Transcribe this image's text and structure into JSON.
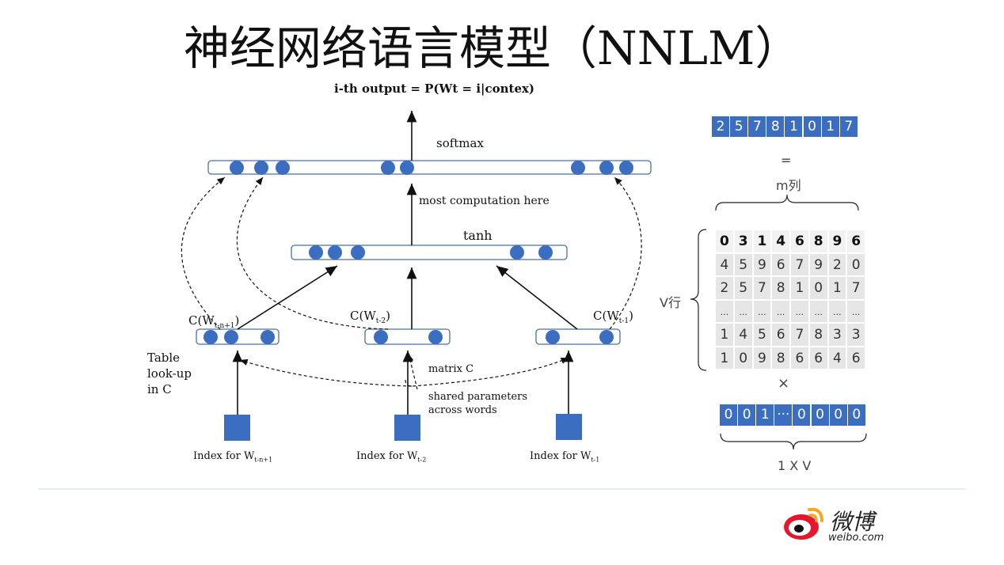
{
  "title": "神经网络语言模型（NNLM）",
  "diagram": {
    "output_label": "i-th output = P(Wt = i|contex)",
    "softmax_label": "softmax",
    "computation_label": "most computation here",
    "tanh_label": "tanh",
    "context_labels": [
      "C(W",
      "C(W",
      "C(W"
    ],
    "context_subs": [
      "t-n+1",
      "t-2",
      "t-1"
    ],
    "table_lookup": [
      "Table",
      "look-up",
      "in C"
    ],
    "matrix_label": "matrix C",
    "shared_label": [
      "shared parameters",
      "across words"
    ],
    "index_prefix": [
      "Index for W",
      "Index for W",
      "Index for W"
    ],
    "index_subs": [
      "t-n+1",
      "t-2",
      "t-1"
    ]
  },
  "right": {
    "result_vector": [
      "2",
      "5",
      "7",
      "8",
      "1",
      "0",
      "1",
      "7"
    ],
    "equals": "=",
    "m_label": "m列",
    "v_label": "V行",
    "matrix_rows": [
      [
        "0",
        "3",
        "1",
        "4",
        "6",
        "8",
        "9",
        "6"
      ],
      [
        "4",
        "5",
        "9",
        "6",
        "7",
        "9",
        "2",
        "0"
      ],
      [
        "2",
        "5",
        "7",
        "8",
        "1",
        "0",
        "1",
        "7"
      ],
      [
        "...",
        "...",
        "...",
        "...",
        "...",
        "...",
        "...",
        "..."
      ],
      [
        "1",
        "4",
        "5",
        "6",
        "7",
        "8",
        "3",
        "3"
      ],
      [
        "1",
        "0",
        "9",
        "8",
        "6",
        "6",
        "4",
        "6"
      ]
    ],
    "times": "×",
    "onehot_vector": [
      "0",
      "0",
      "1",
      "···",
      "0",
      "0",
      "0",
      "0"
    ],
    "size_label": "1 X V"
  },
  "footer": {
    "brand_cn": "微博",
    "brand_url": "weibo.com"
  },
  "colors": {
    "blue": "#3b6dc0",
    "grid_bg": "#e6e6e6",
    "separator": "#d8e6ee",
    "weibo_red": "#e6162d",
    "weibo_orange": "#f5a623"
  }
}
